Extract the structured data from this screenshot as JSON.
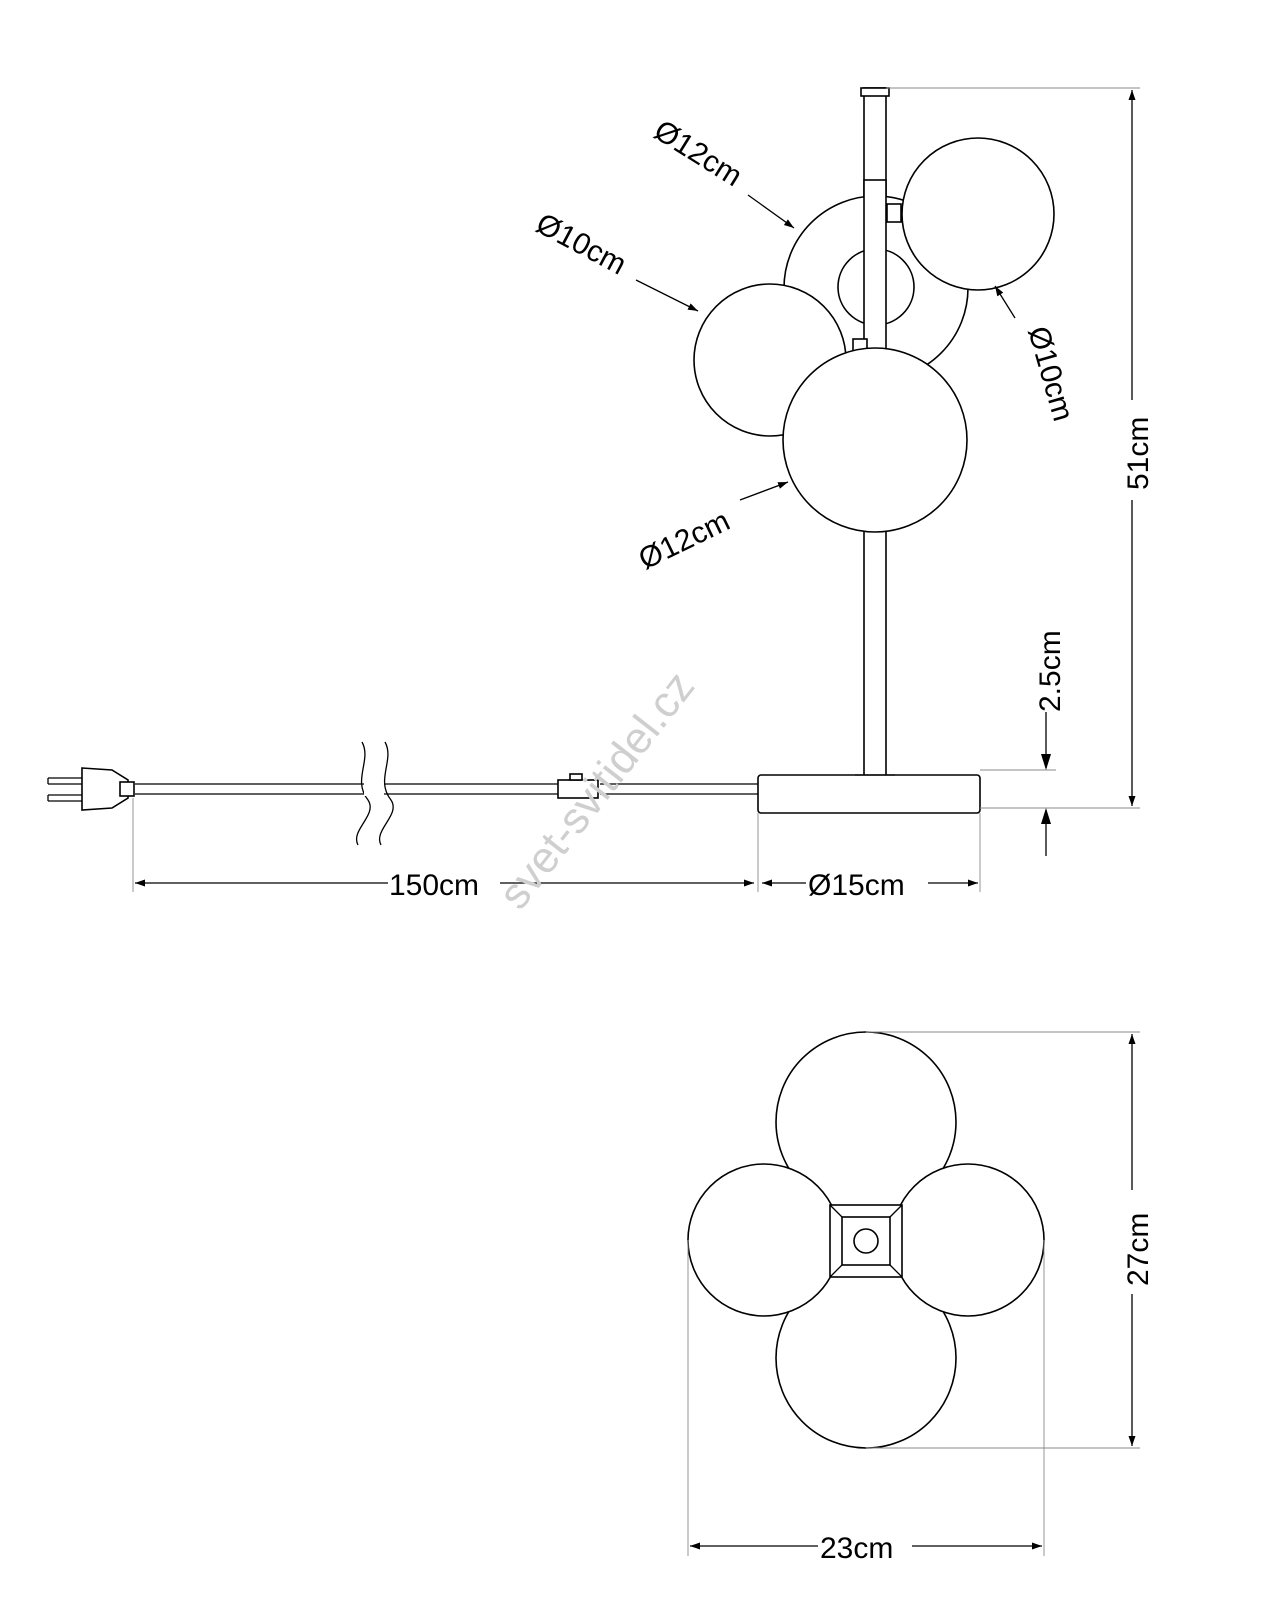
{
  "labels": {
    "globe_top_left": "Ø12cm",
    "globe_left": "Ø10cm",
    "globe_right": "Ø10cm",
    "globe_front": "Ø12cm",
    "height_total": "51cm",
    "base_height": "2.5cm",
    "cable_length": "150cm",
    "base_diameter": "Ø15cm",
    "top_depth": "27cm",
    "top_width": "23cm"
  },
  "watermark": "svet-svitidel.cz"
}
